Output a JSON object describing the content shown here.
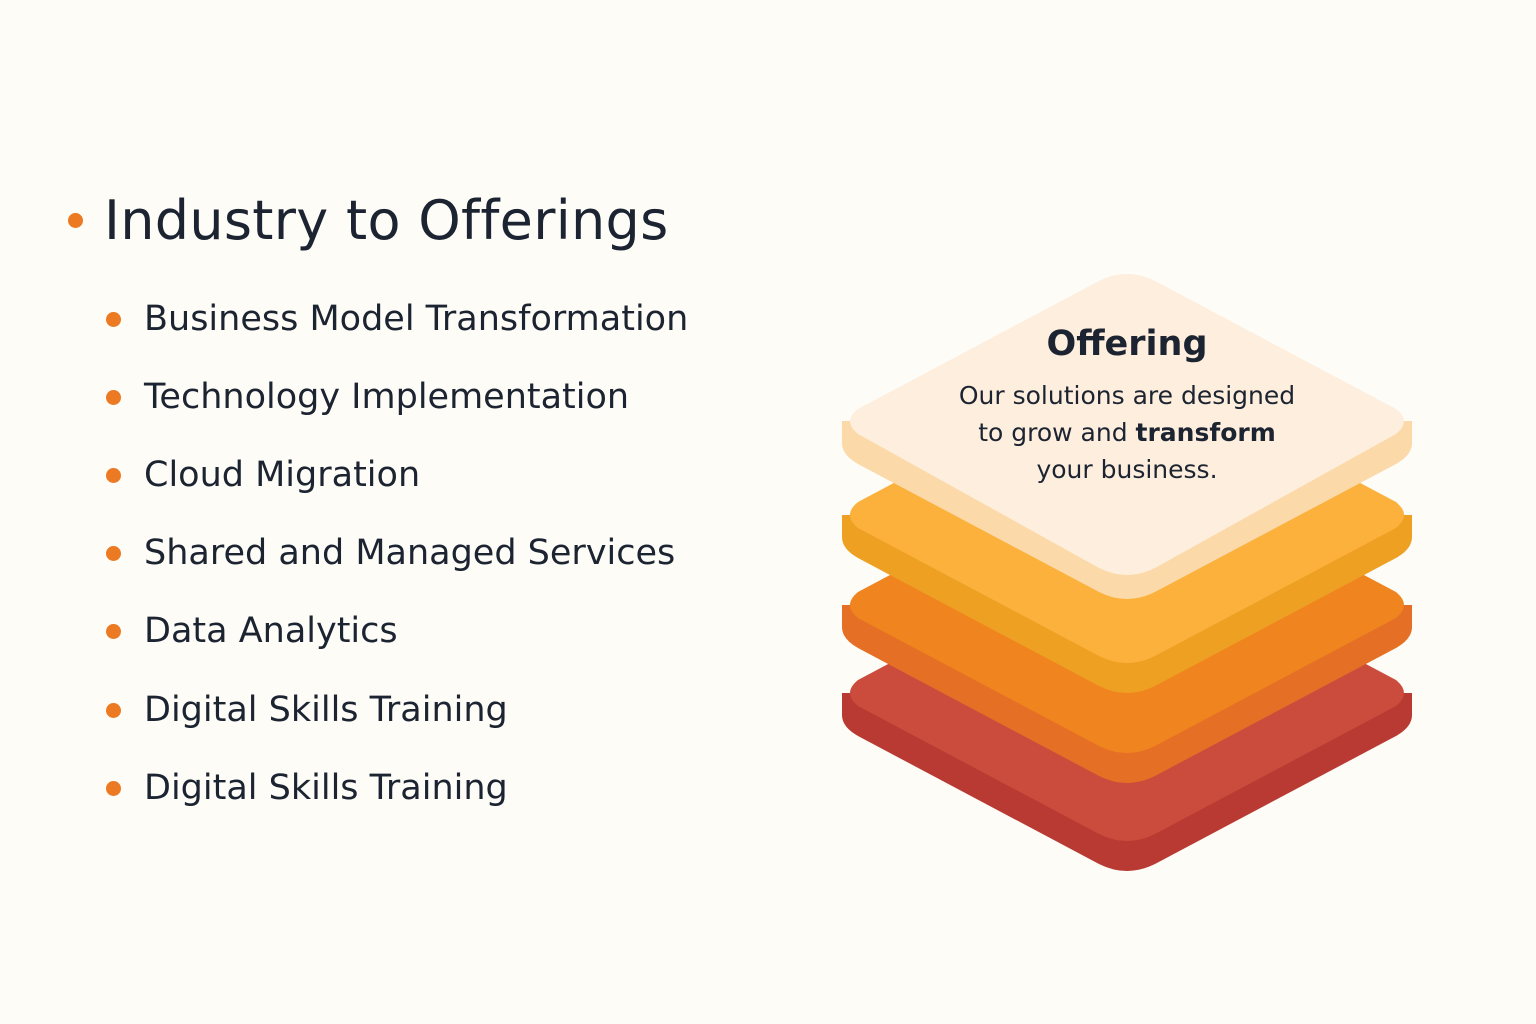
{
  "heading": {
    "title": "Industry to Offerings"
  },
  "list": {
    "items": [
      {
        "label": "Business Model Transformation"
      },
      {
        "label": "Technology Implementation"
      },
      {
        "label": "Cloud Migration"
      },
      {
        "label": "Shared and Managed Services"
      },
      {
        "label": "Data Analytics"
      },
      {
        "label": "Digital Skills Training"
      },
      {
        "label": "Digital Skills Training"
      }
    ]
  },
  "offering": {
    "title": "Offering",
    "line1": "Our solutions are designed",
    "line2_prefix": "to grow and ",
    "line2_strong": "transform",
    "line3": "your business."
  },
  "colors": {
    "accent": "#ec7a22",
    "text": "#1c2331",
    "background": "#fdfcf7",
    "layer_top_face": "#fdeedd",
    "layer_top_side": "#fbd9a9",
    "layer_yellow_face": "#fbb13c",
    "layer_yellow_side": "#eea023",
    "layer_orange_face": "#f0841e",
    "layer_orange_side": "#e56f25",
    "layer_red_face": "#cb4b3c",
    "layer_red_side": "#b83a32"
  }
}
